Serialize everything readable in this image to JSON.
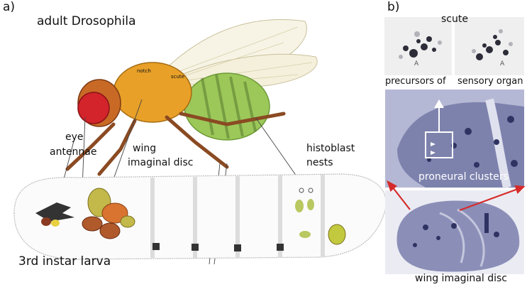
{
  "panel_a": {
    "letter": "a)",
    "adult_title": "adult Drosophila",
    "larva_title": "3rd instar larva",
    "labels": {
      "eye": "eye",
      "antennae": "antennae",
      "wing_line1": "wing",
      "wing_line2": "imaginal disc",
      "histoblast_line1": "histoblast",
      "histoblast_line2": "nests",
      "notch": "notch",
      "scute": "scute"
    }
  },
  "panel_b": {
    "letter": "b)",
    "scute_title": "scute",
    "precursors_label": "precursors of",
    "sensory_label": "sensory organ",
    "marker_a1": "A",
    "marker_a2": "A",
    "proneural_label": "proneural clusters",
    "wing_disc_label": "wing imaginal disc"
  },
  "colors": {
    "eye_red": "#d3242b",
    "thorax_orange": "#e8a028",
    "abdomen_green": "#9cc85a",
    "arrow_red": "#d62a2a",
    "disc_stain": "#3a3f6e"
  }
}
